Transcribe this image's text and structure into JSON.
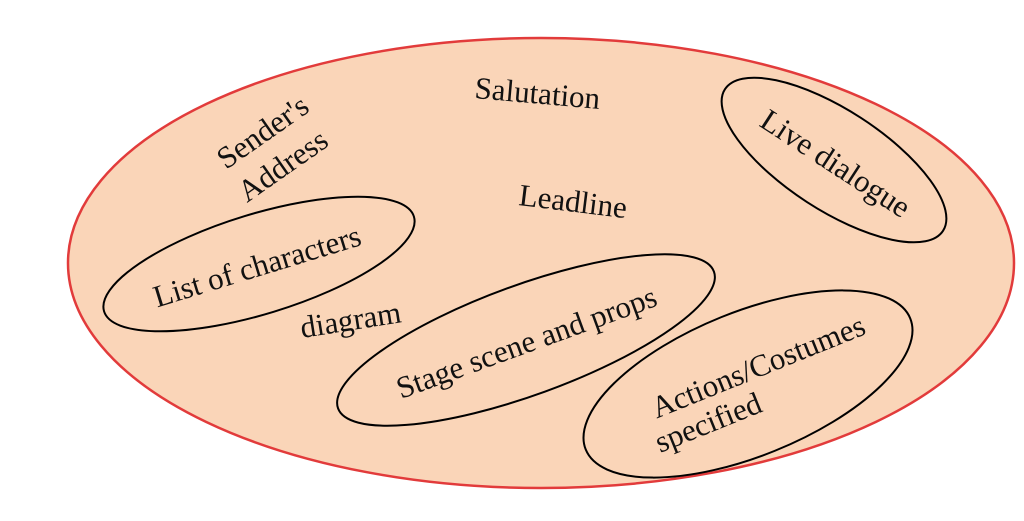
{
  "diagram": {
    "colors": {
      "outer_fill": "#fad5b8",
      "outer_stroke": "#e23b3b",
      "inner_stroke": "#000000",
      "text": "#111111"
    },
    "labels": {
      "salutation": "Salutation",
      "senders_address_line1": "Sender's",
      "senders_address_line2": "Address",
      "leadline": "Leadline",
      "diagram": "diagram"
    },
    "circled_labels": {
      "live_dialogue": "Live dialogue",
      "list_of_characters": "List of characters",
      "stage_scene_and_props": "Stage scene and props",
      "actions_costumes_line1": "Actions/Costumes",
      "actions_costumes_line2": "specified"
    }
  }
}
